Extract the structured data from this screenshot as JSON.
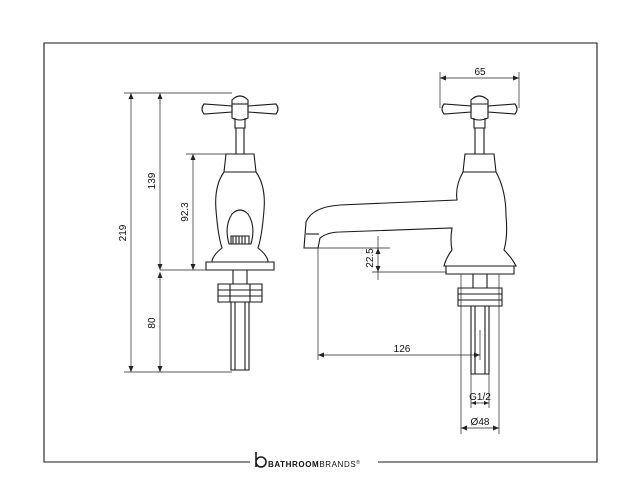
{
  "brand": {
    "name_bold": "BATHROOM",
    "name_light": "BRANDS",
    "trademark": "®"
  },
  "dimensions": {
    "overall_height": "219",
    "upper_height": "139",
    "body_height": "92.3",
    "tail_length": "80",
    "handle_width": "65",
    "spout_height": "22.5",
    "spout_projection": "126",
    "thread": "G1/2",
    "base_diameter": "Ø48"
  }
}
